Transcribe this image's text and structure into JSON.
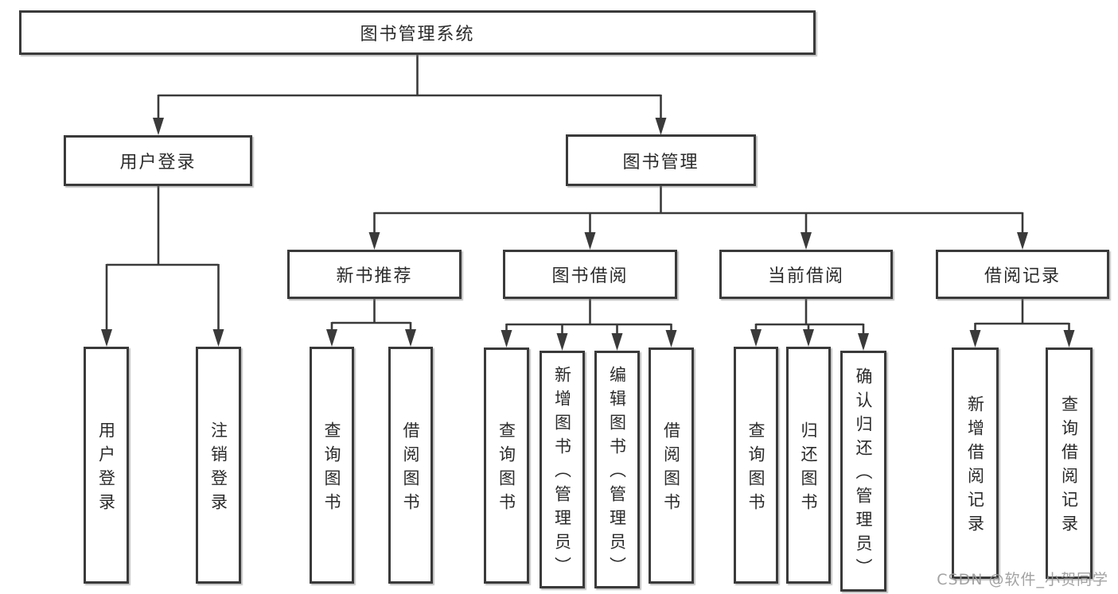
{
  "colors": {
    "line": "#3a3a3a",
    "text": "#2b2b2b",
    "box_background": "#ffffff",
    "watermark": "#999999"
  },
  "root": {
    "label": "图书管理系统"
  },
  "level2": {
    "user_login": {
      "label": "用户登录"
    },
    "book_mgmt": {
      "label": "图书管理"
    }
  },
  "level3": {
    "new_books": {
      "label": "新书推荐"
    },
    "book_borrow": {
      "label": "图书借阅"
    },
    "current_borrow": {
      "label": "当前借阅"
    },
    "borrow_records": {
      "label": "借阅记录"
    }
  },
  "leaves": {
    "login_user_login": {
      "label": "用户登录"
    },
    "login_logout": {
      "label": "注销登录"
    },
    "nb_query_books": {
      "label": "查询图书"
    },
    "nb_borrow_books": {
      "label": "借阅图书"
    },
    "bb_query_books": {
      "label": "查询图书"
    },
    "bb_add_books": {
      "label": "新增图书（管理员）"
    },
    "bb_edit_books": {
      "label": "编辑图书（管理员）"
    },
    "bb_borrow_books": {
      "label": "借阅图书"
    },
    "cb_query_books": {
      "label": "查询图书"
    },
    "cb_return_books": {
      "label": "归还图书"
    },
    "cb_confirm_return": {
      "label": "确认归还（管理员）"
    },
    "br_add_record": {
      "label": "新增借阅记录"
    },
    "br_query_record": {
      "label": "查询借阅记录"
    }
  },
  "watermark": {
    "label": "CSDN @软件_小贺同学"
  }
}
